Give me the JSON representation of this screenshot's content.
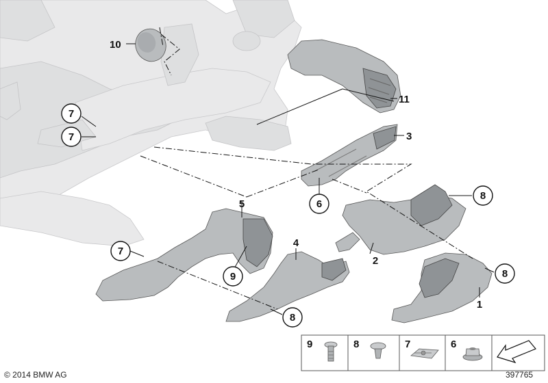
{
  "callouts": {
    "c1": "1",
    "c2": "2",
    "c3": "3",
    "c4": "4",
    "c5": "5",
    "c6": "6",
    "c7a": "7",
    "c7b": "7",
    "c7c": "7",
    "c8a": "8",
    "c8b": "8",
    "c8c": "8",
    "c9": "9",
    "c10": "10",
    "c11": "11"
  },
  "legend": {
    "items": [
      {
        "number": "9",
        "icon": "push-rivet-icon"
      },
      {
        "number": "8",
        "icon": "expanding-rivet-icon"
      },
      {
        "number": "7",
        "icon": "clip-nut-icon"
      },
      {
        "number": "6",
        "icon": "flange-nut-icon"
      }
    ],
    "direction_icon": "travel-direction-arrow-icon"
  },
  "footer": {
    "copyright": "© 2014 BMW AG",
    "diagram_number": "397765"
  },
  "colors": {
    "part_fill": "#b9bcbe",
    "body_fill": "#e9e9ea",
    "line": "#111111"
  }
}
